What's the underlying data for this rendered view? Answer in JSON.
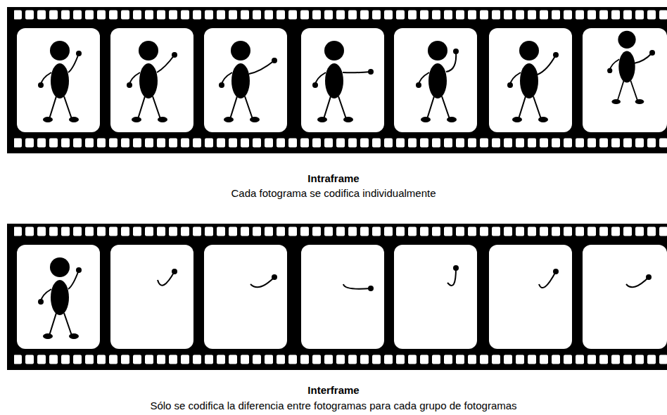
{
  "diagram": {
    "labels": [
      "Intraframe",
      "Cada fotograma se codifica individualmente",
      "Interframe",
      "Sólo se codifica la diferencia entre fotogramas para cada grupo de fotogramas"
    ]
  }
}
